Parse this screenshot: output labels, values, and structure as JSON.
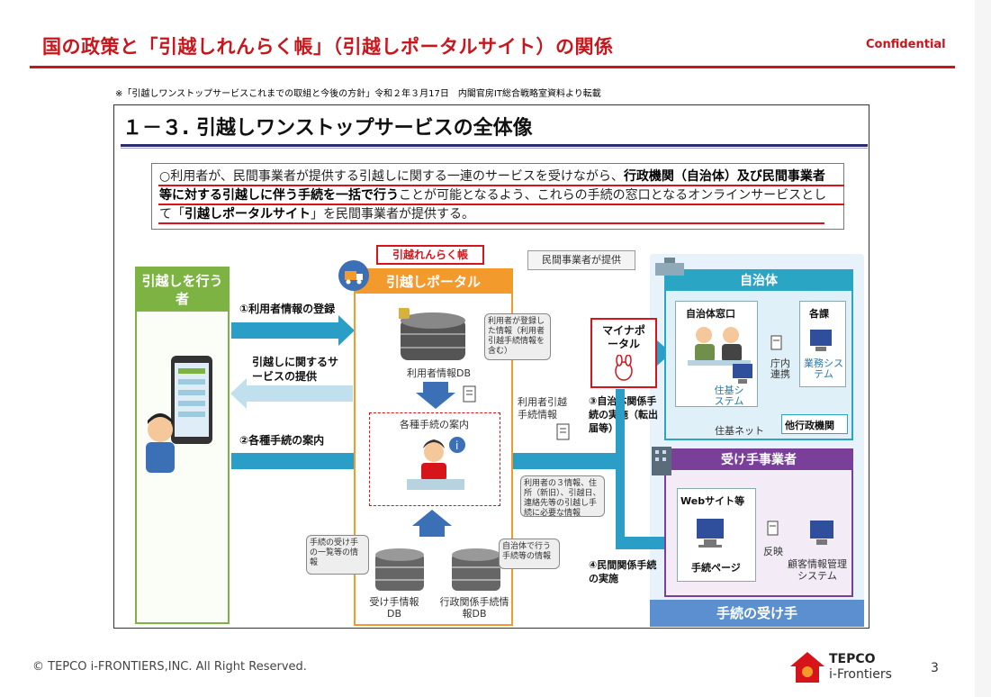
{
  "slide": {
    "title": "国の政策と「引越しれんらく帳」（引越しポータルサイト）の関係",
    "confidential": "Confidential",
    "source_note": "※「引越しワンストップサービスこれまでの取組と今後の方針」令和２年３月17日　内閣官房IT総合戦略室資料より転載",
    "page_number": "3",
    "copyright": "© TEPCO i-FRONTIERS,INC.  All Right Reserved.",
    "logo_top": "TEPCO",
    "logo_bottom": "i-Frontiers"
  },
  "figure": {
    "title": "１－３. 引越しワンストップサービスの全体像",
    "summary": {
      "p1": "○利用者が、民間事業者が提供する引越しに関する一連のサービスを受けながら、",
      "b1": "行政機関（自治体）及び民間事業者等に対する引越しに伴う手続を一括で行う",
      "p2": "ことが可能となるよう、これらの手続の窓口となるオンラインサービスとして「",
      "b2": "引越しポータルサイト",
      "p3": "」を民間事業者が提供する。"
    },
    "user_panel": {
      "title": "引越しを行う者"
    },
    "flows": {
      "register": "①利用者情報の登録",
      "service": "引越しに関するサービスの提供",
      "guide": "②各種手続の案内",
      "muni_proc": "③自治体関係手続の実施（転出届等）",
      "private_proc": "④民間関係手続の実施"
    },
    "portal": {
      "badge": "引越れんらく帳",
      "title": "引越しポータル",
      "provider": "民間事業者が提供",
      "user_db": "利用者情報DB",
      "user_db_note": "利用者が登録した情報（利用者引越手続情報を含む）",
      "guide_box": "各種手続の案内",
      "move_info": "利用者引越手続情報",
      "info_note": "利用者の３情報、住所（新旧）、引越日、連絡先等の引越し手続に必要な情報",
      "receiver_db": "受け手情報DB",
      "receiver_db_note": "手続の受け手の一覧等の情報",
      "admin_db": "行政関係手続情報DB",
      "admin_db_note": "自治体で行う手続等の情報"
    },
    "mynaportal": "マイナポータル",
    "municipality": {
      "title": "自治体",
      "window": "自治体窓口",
      "section": "各課",
      "biz_system": "業務システム",
      "internal": "庁内連携",
      "juki": "住基システム",
      "juki_net": "住基ネット",
      "other_gov": "他行政機関"
    },
    "vendor": {
      "title": "受け手事業者",
      "website": "Webサイト等",
      "proc_page": "手続ページ",
      "reflect": "反映",
      "crm": "顧客情報管理システム"
    },
    "receiver": "手続の受け手"
  }
}
